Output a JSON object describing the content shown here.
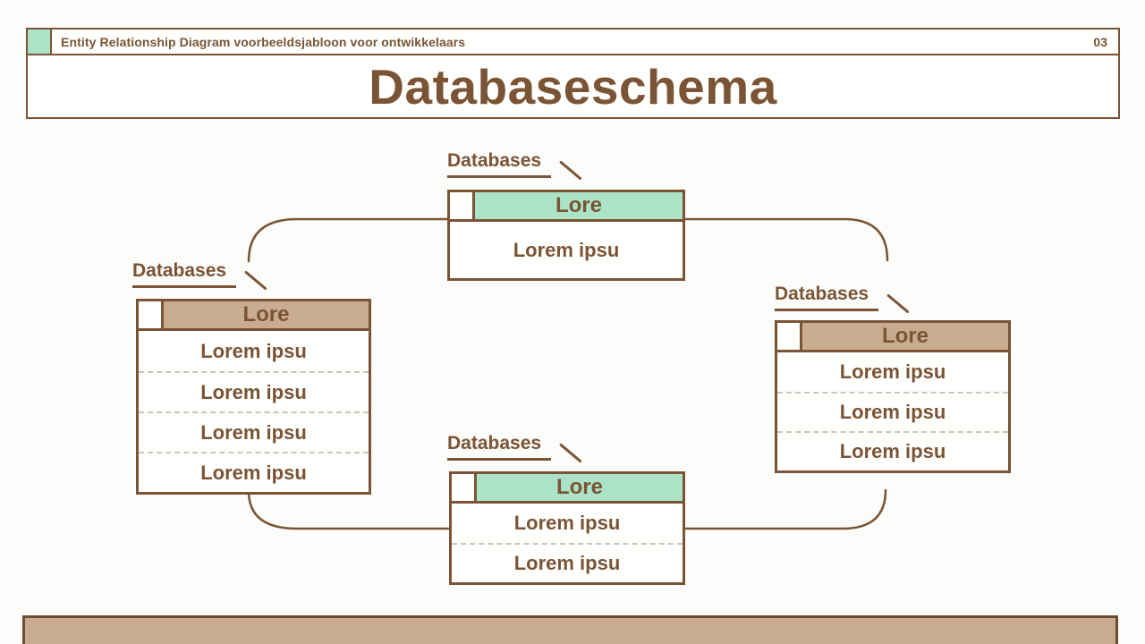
{
  "header": {
    "kicker": "Entity Relationship Diagram voorbeeldsjabloon voor ontwikkelaars",
    "page_number": "03",
    "title": "Databaseschema"
  },
  "colors": {
    "brown": "#7a5435",
    "teal": "#abe3c9",
    "tan": "#c9ac90",
    "dash": "#cdc4b9",
    "background": "#fcfcfb"
  },
  "entities": {
    "top": {
      "label": "Databases",
      "header": "Lore",
      "rows": [
        "Lorem ipsu"
      ]
    },
    "left": {
      "label": "Databases",
      "header": "Lore",
      "rows": [
        "Lorem ipsu",
        "Lorem ipsu",
        "Lorem ipsu",
        "Lorem ipsu"
      ]
    },
    "right": {
      "label": "Databases",
      "header": "Lore",
      "rows": [
        "Lorem ipsu",
        "Lorem ipsu",
        "Lorem ipsu"
      ]
    },
    "bottom": {
      "label": "Databases",
      "header": "Lore",
      "rows": [
        "Lorem ipsu",
        "Lorem ipsu"
      ]
    }
  }
}
